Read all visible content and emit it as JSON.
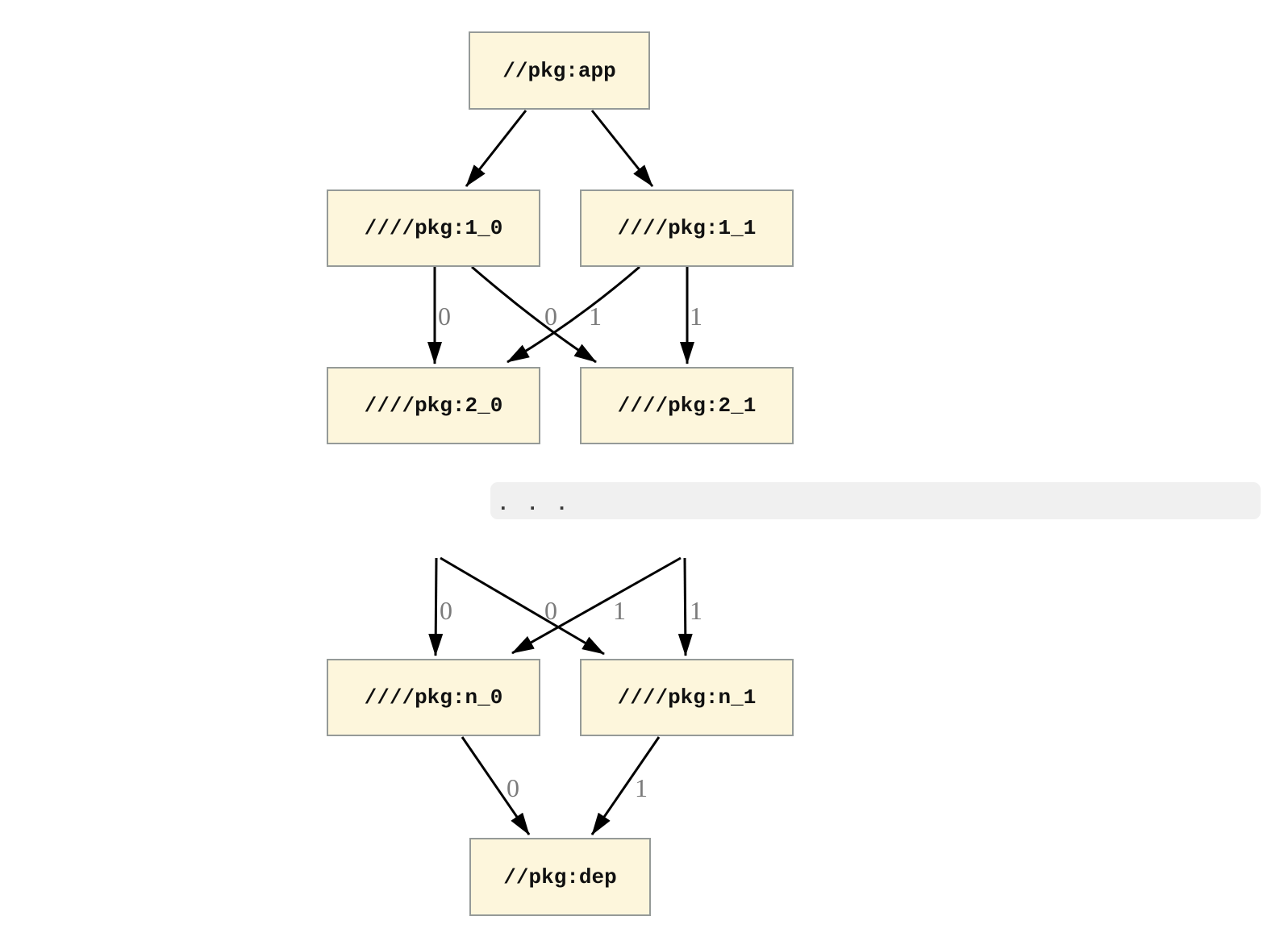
{
  "diagram": {
    "ellipsis": ". . .",
    "nodes": [
      {
        "id": "app",
        "label": "//pkg:app"
      },
      {
        "id": "1_0",
        "label": "////pkg:1_0"
      },
      {
        "id": "1_1",
        "label": "////pkg:1_1"
      },
      {
        "id": "2_0",
        "label": "////pkg:2_0"
      },
      {
        "id": "2_1",
        "label": "////pkg:2_1"
      },
      {
        "id": "n_0",
        "label": "////pkg:n_0"
      },
      {
        "id": "n_1",
        "label": "////pkg:n_1"
      },
      {
        "id": "dep",
        "label": "//pkg:dep"
      }
    ],
    "edges": [
      {
        "from": "app",
        "to": "1_0",
        "label": ""
      },
      {
        "from": "app",
        "to": "1_1",
        "label": ""
      },
      {
        "from": "1_0",
        "to": "2_0",
        "label": "0"
      },
      {
        "from": "1_0",
        "to": "2_1",
        "label": "1"
      },
      {
        "from": "1_1",
        "to": "2_0",
        "label": "0"
      },
      {
        "from": "1_1",
        "to": "2_1",
        "label": "1"
      },
      {
        "from": "...",
        "to": "n_0",
        "label": "0"
      },
      {
        "from": "...",
        "to": "n_1",
        "label": "1"
      },
      {
        "from": "...",
        "to": "n_0",
        "label": "0"
      },
      {
        "from": "...",
        "to": "n_1",
        "label": "1"
      },
      {
        "from": "n_0",
        "to": "dep",
        "label": "0"
      },
      {
        "from": "n_1",
        "to": "dep",
        "label": "1"
      }
    ],
    "colors": {
      "node_fill": "#FDF6DC",
      "node_border": "#959A98",
      "edge": "#000000",
      "edge_label": "#7B7B7B",
      "band": "#F0F0F0"
    }
  }
}
